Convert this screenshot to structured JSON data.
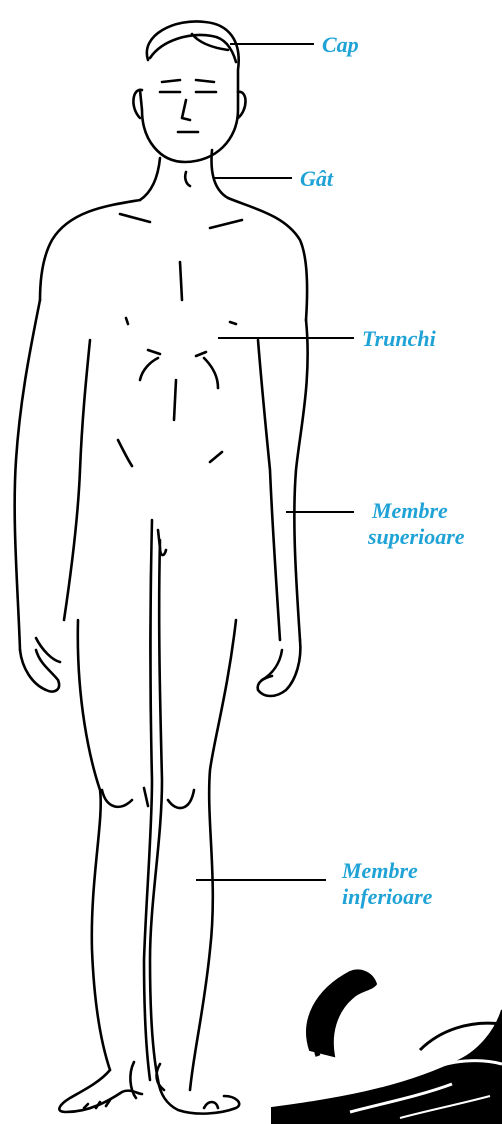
{
  "labels": {
    "head": "Cap",
    "neck": "Gât",
    "trunk": "Trunchi",
    "upper_limbs": [
      "Membre",
      "superioare"
    ],
    "lower_limbs": [
      "Membre",
      "inferioare"
    ]
  },
  "colors": {
    "label": "#1fa3d6",
    "line": "#000000"
  }
}
